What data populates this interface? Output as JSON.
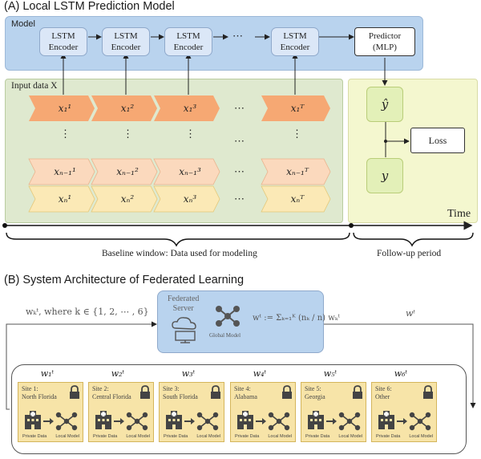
{
  "sectionA": {
    "title": "(A) Local LSTM Prediction Model",
    "model_label": "Model",
    "encoder_label": "LSTM\nEncoder",
    "predictor_label": "Predictor\n(MLP)",
    "input_label": "Input data X",
    "rows": [
      {
        "cells": [
          "x₁¹",
          "x₁²",
          "x₁³",
          "x₁ᵀ"
        ]
      },
      {
        "cells": [
          "xₙ₋₁¹",
          "xₙ₋₁²",
          "xₙ₋₁³",
          "xₙ₋₁ᵀ"
        ]
      },
      {
        "cells": [
          "xₙ¹",
          "xₙ²",
          "xₙ³",
          "xₙᵀ"
        ]
      }
    ],
    "dots_h": "⋯",
    "dots_v": "⋮",
    "y_hat": "ŷ",
    "y": "y",
    "loss_label": "Loss",
    "time_label": "Time",
    "baseline_label": "Baseline window: Data used for modeling",
    "followup_label": "Follow-up period"
  },
  "sectionB": {
    "title": "(B) System Architecture of Federated Learning",
    "server_title": "Federated\nServer",
    "global_model_label": "Global Model",
    "aggregation_formula": "wᵗ := Σₖ₌₁ᴷ (nₖ / n) wₖᵗ",
    "upload_label": "wₖᵗ, where k ∈ {1, 2, ⋯ , 6}",
    "broadcast_label": "wᵗ",
    "private_data_label": "Private Data",
    "local_model_label": "Local Model",
    "sites": [
      {
        "weight": "w₁ᵗ",
        "label": "Site 1:\nNorth Florida"
      },
      {
        "weight": "w₂ᵗ",
        "label": "Site 2:\nCentral Florida"
      },
      {
        "weight": "w₃ᵗ",
        "label": "Site 3:\nSouth Florida"
      },
      {
        "weight": "w₄ᵗ",
        "label": "Site 4:\nAlabama"
      },
      {
        "weight": "w₅ᵗ",
        "label": "Site 5:\nGeorgia"
      },
      {
        "weight": "w₆ᵗ",
        "label": "Site 6:\nOther"
      }
    ]
  },
  "colors": {
    "model_bg": "#b9d3ee",
    "input_bg": "#dfe9cf",
    "output_bg": "#f4f7cf",
    "row1": "#f6a873",
    "row2": "#fbd9bd",
    "row3": "#fbe9b6",
    "server_bg": "#b9d3ee",
    "site_bg": "#f7e4a8"
  }
}
